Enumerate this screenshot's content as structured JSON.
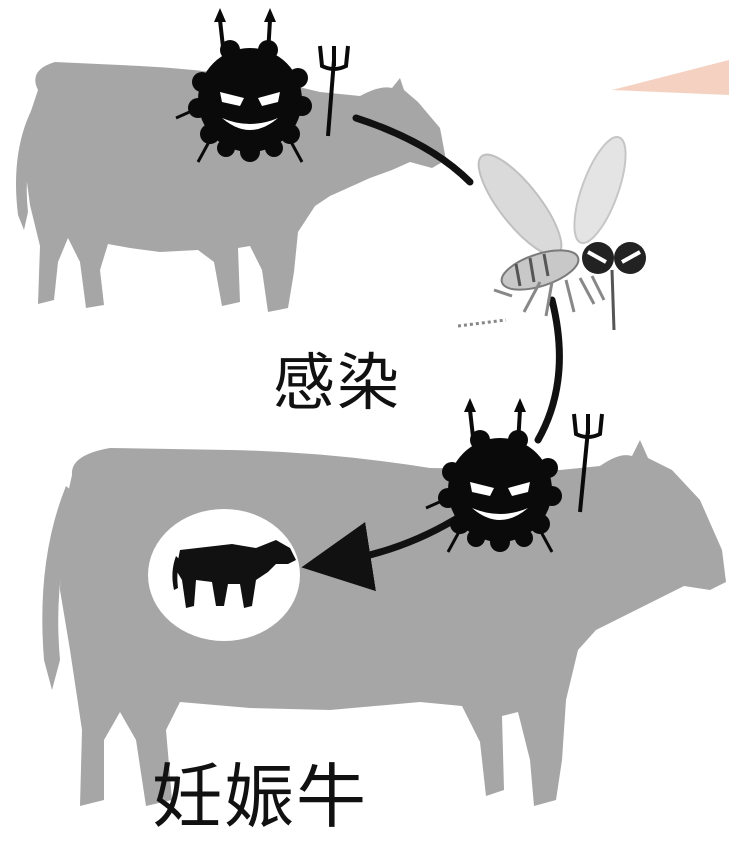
{
  "labels": {
    "infection": "感染",
    "pregnant_cow": "妊娠牛"
  },
  "colors": {
    "background": "#ffffff",
    "cow_silhouette": "#a6a6a6",
    "virus": "#0a0a0a",
    "arrow": "#111111",
    "fetus_circle": "#ffffff",
    "fetus": "#111111",
    "mosquito_wing": "#d9d9d9",
    "mosquito_body": "#c8c8c8",
    "corner_accent": "#f2c9b6"
  },
  "icons": [
    "cow-silhouette-top",
    "cow-silhouette-bottom",
    "virus-character-icon",
    "pitchfork-icon",
    "mosquito-icon",
    "fetus-calf-icon",
    "arrow-icon"
  ]
}
